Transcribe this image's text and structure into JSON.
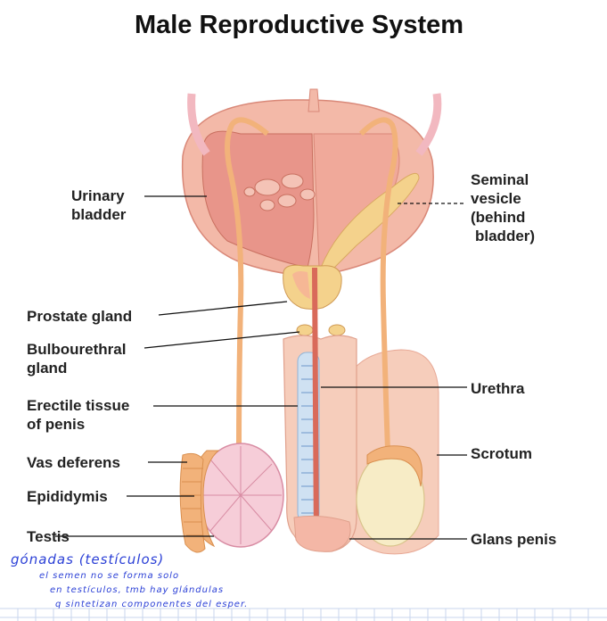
{
  "title": "Male Reproductive System",
  "labels_left": {
    "urinary_bladder": [
      "Urinary",
      "bladder"
    ],
    "prostate_gland": "Prostate gland",
    "bulbourethral_gland": [
      "Bulbourethral",
      "gland"
    ],
    "erectile_tissue": [
      "Erectile tissue",
      "of penis"
    ],
    "vas_deferens": "Vas deferens",
    "epididymis": "Epididymis",
    "testis": "Testis"
  },
  "labels_right": {
    "seminal_vesicle": [
      "Seminal",
      "vesicle",
      "(behind",
      "bladder)"
    ],
    "urethra": "Urethra",
    "scrotum": "Scrotum",
    "glans_penis": "Glans penis"
  },
  "handwritten_notes": {
    "line1": "gónadas (testículos)",
    "line2": "el semen no se forma solo",
    "line3": "en testículos, tmb hay glándulas",
    "line4": "q sintetizan componentes del esper."
  },
  "colors": {
    "tissue": "#f3b9a8",
    "tissue_dark": "#e08f80",
    "duct": "#f2b27a",
    "gland": "#f4d28c",
    "ink": "#2a3fd6"
  }
}
